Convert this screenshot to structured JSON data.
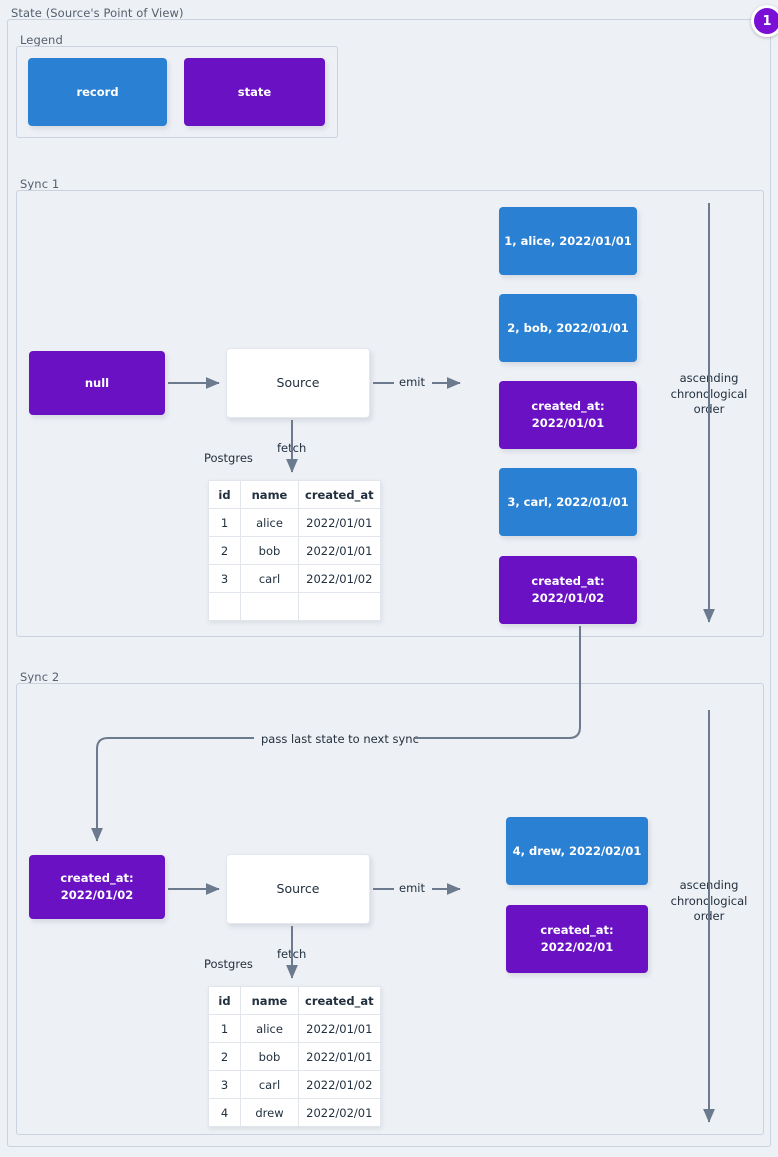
{
  "page": {
    "title": "State (Source's Point of View)",
    "badge": "1",
    "accent_record": "#2a80d2",
    "accent_state": "#6b11c4",
    "background": "#edf0f5",
    "wire_color": "#6b7a8d"
  },
  "legend": {
    "title": "Legend",
    "items": [
      {
        "label": "record",
        "kind": "record"
      },
      {
        "label": "state",
        "kind": "state"
      }
    ]
  },
  "sync1": {
    "title": "Sync 1",
    "input_state": "null",
    "source_label": "Source",
    "db_label": "Postgres",
    "fetch_label": "fetch",
    "emit_label": "emit",
    "order_label": "ascending\nchronological\norder",
    "table": {
      "columns": [
        "id",
        "name",
        "created_at"
      ],
      "rows": [
        [
          "1",
          "alice",
          "2022/01/01"
        ],
        [
          "2",
          "bob",
          "2022/01/01"
        ],
        [
          "3",
          "carl",
          "2022/01/02"
        ],
        [
          "",
          "",
          ""
        ]
      ]
    },
    "emitted": [
      {
        "kind": "record",
        "label": "1, alice, 2022/01/01"
      },
      {
        "kind": "record",
        "label": "2, bob, 2022/01/01"
      },
      {
        "kind": "state",
        "label": "created_at:\n2022/01/01"
      },
      {
        "kind": "record",
        "label": "3, carl, 2022/01/01"
      },
      {
        "kind": "state",
        "label": "created_at:\n2022/01/02"
      }
    ]
  },
  "sync2": {
    "title": "Sync 2",
    "pass_label": "pass last state to next sync",
    "input_state": "created_at:\n2022/01/02",
    "source_label": "Source",
    "db_label": "Postgres",
    "fetch_label": "fetch",
    "emit_label": "emit",
    "order_label": "ascending\nchronological\norder",
    "table": {
      "columns": [
        "id",
        "name",
        "created_at"
      ],
      "rows": [
        [
          "1",
          "alice",
          "2022/01/01"
        ],
        [
          "2",
          "bob",
          "2022/01/01"
        ],
        [
          "3",
          "carl",
          "2022/01/02"
        ],
        [
          "4",
          "drew",
          "2022/02/01"
        ]
      ]
    },
    "emitted": [
      {
        "kind": "record",
        "label": "4, drew, 2022/02/01"
      },
      {
        "kind": "state",
        "label": "created_at:\n2022/02/01"
      }
    ]
  }
}
